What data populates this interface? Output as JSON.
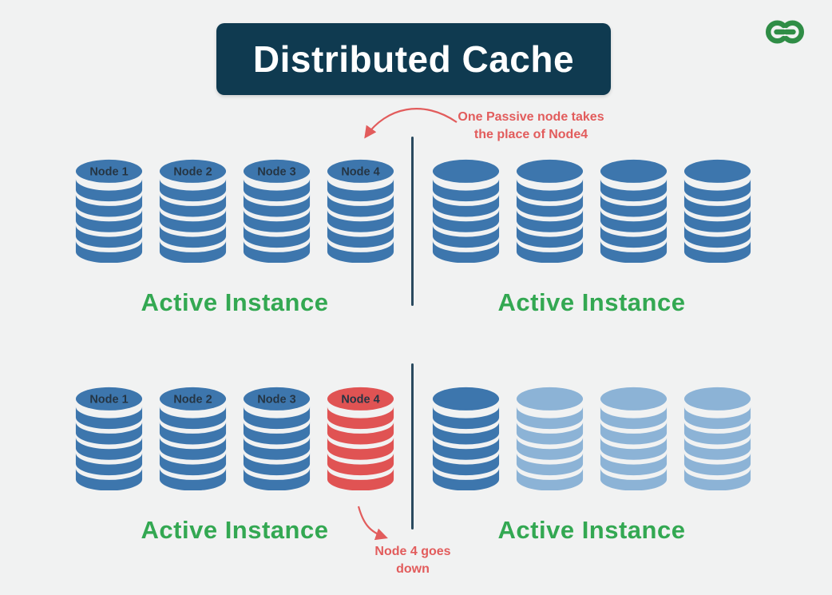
{
  "title": {
    "text": "Distributed Cache"
  },
  "logo": {
    "name": "geeksforgeeks-logo"
  },
  "colors": {
    "background": "#f1f2f2",
    "active": "#3d76ad",
    "passive": "#8cb3d6",
    "down": "#e05353",
    "accent_green": "#33a852",
    "accent_red": "#e25c5c",
    "banner_bg": "#0f3a50",
    "banner_text": "#ffffff",
    "divider": "#2a4a5f",
    "node_label": "#253544",
    "logo_green": "#2f8d46"
  },
  "annotations": {
    "top": {
      "line1": "One Passive node takes",
      "line2": "the place of Node4"
    },
    "bottom": {
      "line1": "Node 4 goes",
      "line2": "down"
    }
  },
  "quadrants": [
    {
      "id": "top-left",
      "label": "Active Instance",
      "nodes": [
        {
          "name": "Node 1",
          "state": "active"
        },
        {
          "name": "Node 2",
          "state": "active"
        },
        {
          "name": "Node 3",
          "state": "active"
        },
        {
          "name": "Node 4",
          "state": "active"
        }
      ]
    },
    {
      "id": "top-right",
      "label": "Active Instance",
      "nodes": [
        {
          "name": "",
          "state": "active"
        },
        {
          "name": "",
          "state": "active"
        },
        {
          "name": "",
          "state": "active"
        },
        {
          "name": "",
          "state": "active"
        }
      ]
    },
    {
      "id": "bottom-left",
      "label": "Active Instance",
      "nodes": [
        {
          "name": "Node 1",
          "state": "active"
        },
        {
          "name": "Node 2",
          "state": "active"
        },
        {
          "name": "Node 3",
          "state": "active"
        },
        {
          "name": "Node 4",
          "state": "down"
        }
      ]
    },
    {
      "id": "bottom-right",
      "label": "Active Instance",
      "nodes": [
        {
          "name": "",
          "state": "active"
        },
        {
          "name": "",
          "state": "passive"
        },
        {
          "name": "",
          "state": "passive"
        },
        {
          "name": "",
          "state": "passive"
        }
      ]
    }
  ]
}
